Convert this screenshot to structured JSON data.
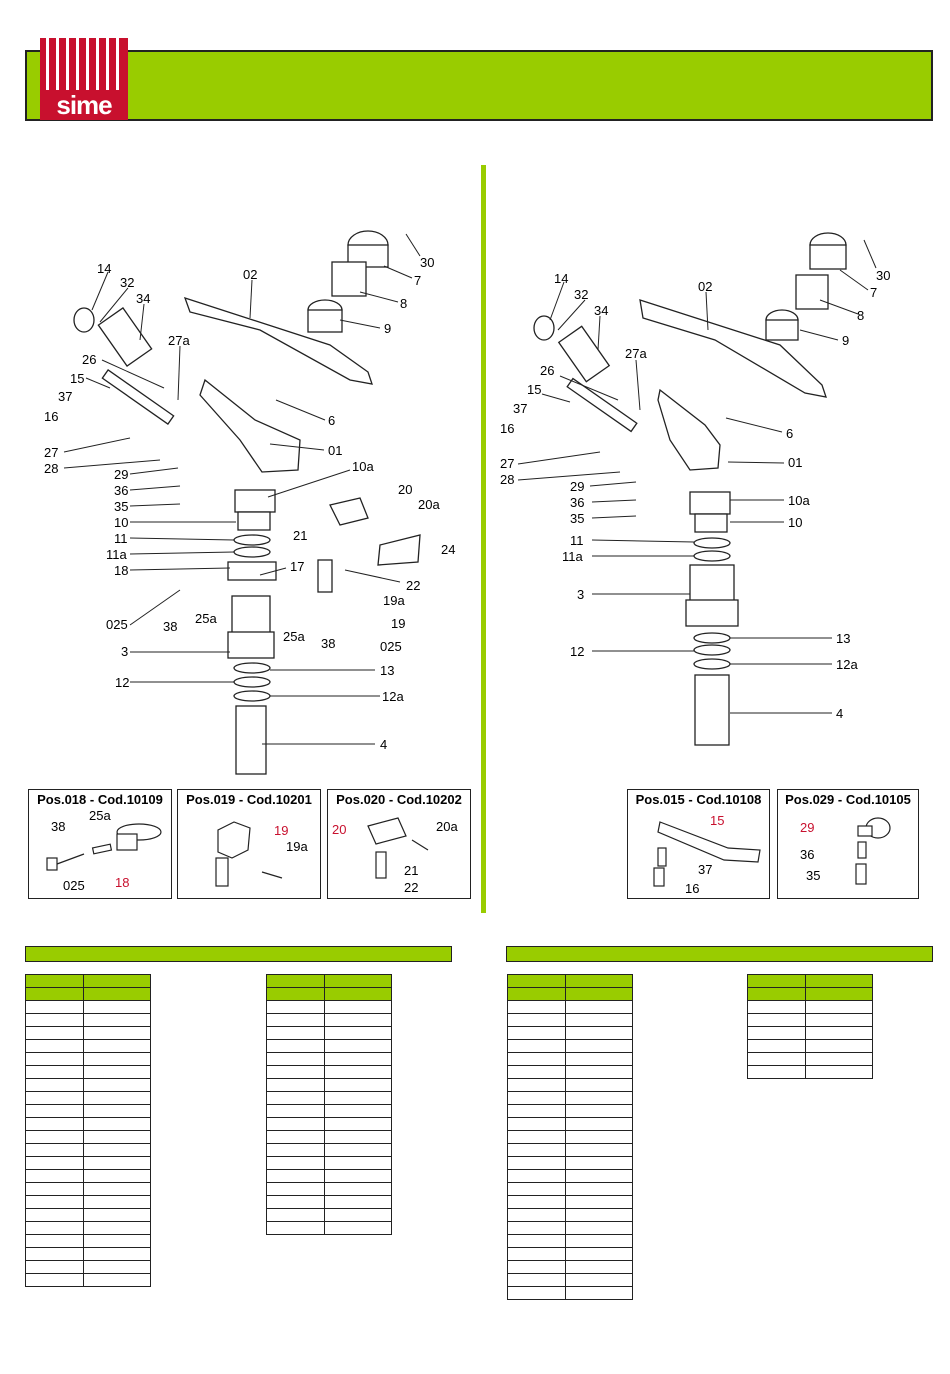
{
  "brand": {
    "logo_text": "sime",
    "accent": "#99cc00",
    "logo_red": "#c8102e"
  },
  "left_callouts": [
    "14",
    "32",
    "34",
    "02",
    "30",
    "7",
    "8",
    "9",
    "27a",
    "26",
    "15",
    "37",
    "16",
    "27",
    "28",
    "6",
    "01",
    "29",
    "36",
    "35",
    "10a",
    "20",
    "20a",
    "10",
    "11",
    "21",
    "11a",
    "24",
    "18",
    "17",
    "22",
    "19a",
    "025",
    "38",
    "25a",
    "25a",
    "38",
    "19",
    "025",
    "3",
    "13",
    "12",
    "12a",
    "4"
  ],
  "right_callouts": [
    "14",
    "32",
    "34",
    "02",
    "30",
    "7",
    "8",
    "9",
    "27a",
    "26",
    "15",
    "37",
    "16",
    "6",
    "27",
    "01",
    "28",
    "29",
    "10a",
    "36",
    "35",
    "10",
    "11",
    "11a",
    "3",
    "13",
    "12",
    "12a",
    "4"
  ],
  "kits": [
    {
      "title": "Pos.018 - Cod.10109",
      "labels": [
        "38",
        "25a",
        "025"
      ],
      "highlight": "18"
    },
    {
      "title": "Pos.019 - Cod.10201",
      "labels": [
        "19a"
      ],
      "highlight": "19"
    },
    {
      "title": "Pos.020 - Cod.10202",
      "labels": [
        "20a",
        "21",
        "22"
      ],
      "highlight": "20"
    },
    {
      "title": "Pos.015 - Cod.10108",
      "labels": [
        "37",
        "16"
      ],
      "highlight": "15"
    },
    {
      "title": "Pos.029 - Cod.10105",
      "labels": [
        "36",
        "35"
      ],
      "highlight": "29"
    }
  ],
  "tables": [
    {
      "body_rows": 22
    },
    {
      "body_rows": 18
    },
    {
      "body_rows": 23
    },
    {
      "body_rows": 6
    }
  ]
}
